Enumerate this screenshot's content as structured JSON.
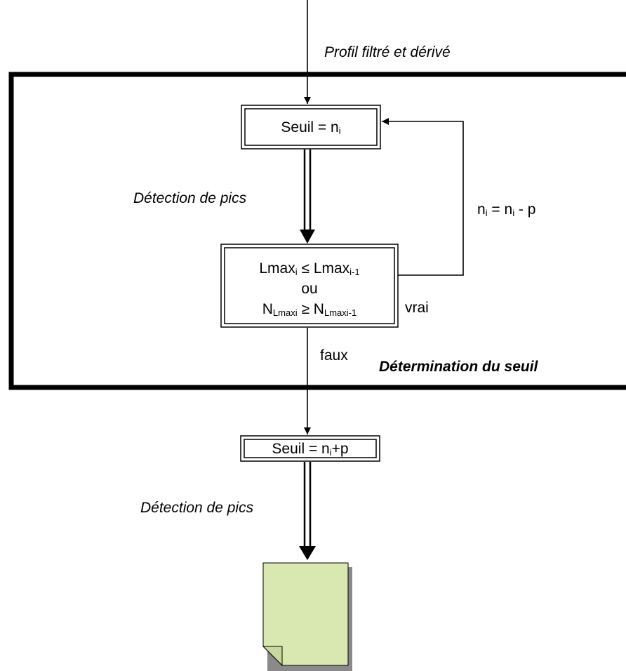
{
  "inputs": {
    "profile_label": "Profil filtré et dérivé"
  },
  "threshold_box": {
    "text": "Seuil = n",
    "sub": "i"
  },
  "detect1_label": "Détection de pics",
  "decrement_label": {
    "n1": "n",
    "s1": "i",
    "eq": " = n",
    "s2": "i",
    "tail": " - p"
  },
  "condition_box": {
    "l1_a": "Lmax",
    "l1_a_sub": "i",
    "l1_op": " ≤ Lmax",
    "l1_b_sub": "i-1",
    "l2": "ou",
    "l3_a": "N",
    "l3_a_sub": "Lmaxi",
    "l3_op": " ≥ N",
    "l3_b_sub": "Lmaxi-1"
  },
  "true_label": "vrai",
  "false_label": "faux",
  "group_label": "Détermination du seuil",
  "final_box": {
    "text": "Seuil = n",
    "sub": "i",
    "tail": "+p"
  },
  "detect2_label": "Détection de pics",
  "colors": {
    "stroke": "#000000",
    "document_fill": "#d8e8b0",
    "document_shadow": "#8a8a8a"
  }
}
